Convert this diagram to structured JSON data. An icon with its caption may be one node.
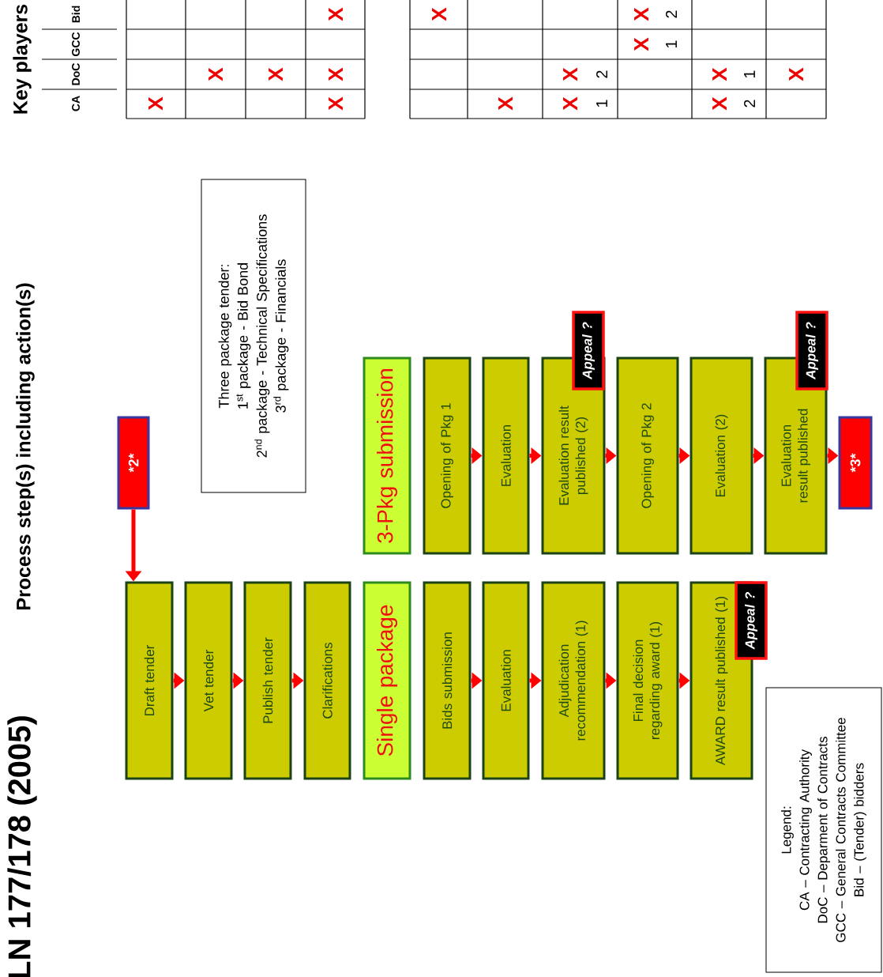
{
  "diagram": {
    "nodes": [
      {
        "text": [
          "*2*"
        ]
      },
      {
        "text": [
          "Draft tender"
        ]
      },
      {
        "text": [
          "Vet tender"
        ]
      },
      {
        "text": [
          "Publish tender"
        ]
      },
      {
        "text": [
          "Clarifications"
        ]
      },
      {
        "text": [
          "Single package"
        ]
      },
      {
        "text": [
          "Bids submission"
        ]
      },
      {
        "text": [
          "Evaluation"
        ]
      },
      {
        "text": [
          "Adjudication recommendation (1)"
        ]
      },
      {
        "text": [
          "Final decision regarding award (1)"
        ]
      },
      {
        "text": [
          "AWARD result published (1)"
        ]
      },
      {
        "text": [
          "Appeal ?"
        ]
      },
      {
        "text": [
          "Three package tender:",
          "1$^{st}$ package - Bid Bond",
          "2$^{nd}$ package - Technical Specifications",
          "3$^{rd}$ package - Financials"
        ]
      },
      {
        "text": [
          "3-Pkg submission"
        ]
      },
      {
        "text": [
          "Opening of Pkg 1"
        ]
      },
      {
        "text": [
          "Evaluation"
        ]
      },
      {
        "text": [
          "Evaluation result published (2)"
        ]
      },
      {
        "text": [
          "Appeal ?"
        ]
      },
      {
        "text": [
          "Opening of Pkg 2"
        ]
      },
      {
        "text": [
          "Evaluation (2)"
        ]
      },
      {
        "text": [
          "Evaluation result published"
        ]
      },
      {
        "text": [
          "Appeal ?"
        ]
      },
      {
        "text": [
          "*3*"
        ]
      },
      {
        "text": [
          "Legend:",
          "CA – Contracting Authority",
          "DoC – Deparment of Contracts",
          "GCC – General Contracts Committee",
          "Bid – (Tender) bidders"
        ]
      }
    ],
    "edges": [
      {
        "from": 0,
        "to": 1,
        "arrow": "to"
      },
      {
        "from": 1,
        "to": 2,
        "arrow": "to"
      },
      {
        "from": 2,
        "to": 3,
        "arrow": "to"
      },
      {
        "from": 3,
        "to": 4,
        "arrow": "to"
      },
      {
        "from": 6,
        "to": 7,
        "arrow": "to"
      },
      {
        "from": 7,
        "to": 8,
        "arrow": "to"
      },
      {
        "from": 8,
        "to": 9,
        "arrow": "to"
      },
      {
        "from": 9,
        "to": 10,
        "arrow": "to"
      },
      {
        "from": 14,
        "to": 15,
        "arrow": "to"
      },
      {
        "from": 15,
        "to": 16,
        "arrow": "to"
      },
      {
        "from": 16,
        "to": 18,
        "arrow": "to"
      },
      {
        "from": 18,
        "to": 19,
        "arrow": "to"
      },
      {
        "from": 19,
        "to": 20,
        "arrow": "to"
      },
      {
        "from": 20,
        "to": 22,
        "arrow": "to"
      }
    ],
    "labels": [
      "LN 177/178 (2005)",
      "Process step(s) including action(s)",
      "Key players",
      "CA",
      "DoC",
      "GCC",
      "Bid",
      "X",
      "X",
      "X",
      "X",
      "X",
      "X",
      "X",
      "X",
      "X",
      "1",
      "X",
      "2",
      "X",
      "1",
      "X",
      "2",
      "X",
      "2",
      "X",
      "1",
      "X"
    ]
  }
}
